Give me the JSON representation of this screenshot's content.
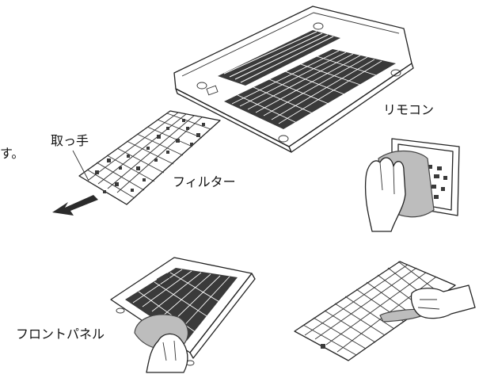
{
  "labels": {
    "cutoff_text": "す。",
    "handle": "取っ手",
    "filter": "フィルター",
    "remote": "リモコン",
    "front_panel": "フロントパネル"
  },
  "colors": {
    "line": "#222222",
    "dark_fill": "#3a3a3a",
    "cloth": "#bdbdbd",
    "arrow": "#2b2b2b"
  }
}
